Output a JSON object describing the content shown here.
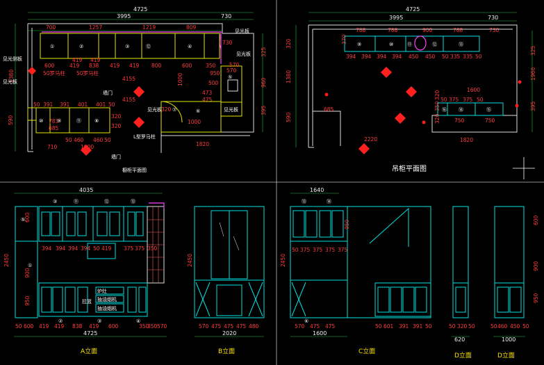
{
  "titles": {
    "plan1": "橱柜平面图",
    "plan2": "吊柜平面图",
    "elevA": "A立面",
    "elevB": "B立面",
    "elevC": "C立面",
    "elevD1": "D立面",
    "elevD2": "D立面"
  },
  "plan1": {
    "top_total": "4725",
    "top_sub1": "3995",
    "top_sub2": "730",
    "upper_row": [
      "700",
      "1257",
      "1219",
      "809"
    ],
    "mid_row": [
      "600",
      "419",
      "838",
      "419",
      "419",
      "800",
      "600",
      "350"
    ],
    "mid_row2": [
      "419",
      "419"
    ],
    "column_labels": [
      "50罗马柱",
      "50罗马柱"
    ],
    "dim_4155a": "4155",
    "dim_4155b": "4155",
    "lower_row": [
      "50",
      "391",
      "391",
      "401",
      "401",
      "50",
      "320"
    ],
    "left_dims": [
      "1380",
      "590"
    ],
    "right_dims": [
      "325",
      "960",
      "395"
    ],
    "dims_misc": [
      "730",
      "570",
      "950",
      "500",
      "473",
      "475",
      "1000",
      "783",
      "685",
      "710",
      "50",
      "460",
      "460",
      "50",
      "1000",
      "1820",
      "320",
      "320",
      "570",
      "1000"
    ],
    "labels": [
      "见光板",
      "见光侧板",
      "见光板",
      "见光板",
      "墙门",
      "墙门",
      "L型罗马柱",
      "见光板"
    ],
    "circle_nums": [
      "①",
      "②",
      "③",
      "④",
      "⑤",
      "⑥",
      "⑦",
      "⑧",
      "⑨",
      "⑩",
      "⑪",
      "⑫"
    ]
  },
  "plan2": {
    "top_total": "4725",
    "top_sub1": "3995",
    "top_sub2": "730",
    "upper_row": [
      "788",
      "788",
      "900",
      "788",
      "730"
    ],
    "row2": [
      "394",
      "394",
      "394",
      "394",
      "450",
      "450",
      "50",
      "335",
      "335",
      "50"
    ],
    "left_dims": [
      "320",
      "1380",
      "590"
    ],
    "right_dims": [
      "325",
      "1960",
      "395"
    ],
    "dims_misc": [
      "685",
      "1600",
      "50",
      "375",
      "375",
      "50",
      "750",
      "750",
      "2220",
      "1820",
      "320",
      "350",
      "320",
      "370"
    ],
    "circle_nums": [
      "⑨",
      "⑩",
      "⑪",
      "⑫",
      "⑬",
      "⑭",
      "⑮",
      "⑯"
    ]
  },
  "elevA": {
    "top_total": "4035",
    "circle_nums": [
      "③",
      "⑪",
      "⑫",
      "⑬",
      "①",
      "②",
      "③",
      "④",
      "⑤"
    ],
    "mid_row": [
      "394",
      "394",
      "394",
      "394",
      "50",
      "419",
      "375",
      "375",
      "350"
    ],
    "bottom_row": [
      "50",
      "600",
      "419",
      "419",
      "838",
      "419",
      "600",
      "350",
      "350",
      "570"
    ],
    "total_width": "4725",
    "left_dims": [
      "2450",
      "600",
      "900",
      "950"
    ],
    "labels": [
      "拉篮",
      "炉灶",
      "抽油烟机",
      "抽油烟机"
    ]
  },
  "elevB": {
    "dims": [
      "570",
      "475",
      "475",
      "475",
      "480"
    ],
    "total_width": "2020",
    "height": "2450"
  },
  "elevC": {
    "top_width": "1640",
    "circle_nums": [
      "⑬",
      "⑭",
      "⑥"
    ],
    "mid_row": [
      "50",
      "375",
      "375",
      "375",
      "375"
    ],
    "bottom_row": [
      "570",
      "475",
      "475"
    ],
    "total_width": "1600",
    "height": "2450",
    "dims_right": [
      "950"
    ],
    "bottom_row2": [
      "50",
      "601",
      "391",
      "391",
      "50"
    ]
  },
  "elevD1": {
    "dims": [
      "50",
      "320",
      "50"
    ],
    "total_width": "620"
  },
  "elevD2": {
    "dims": [
      "50",
      "460",
      "450",
      "50"
    ],
    "total_width": "1000",
    "side_dims": [
      "600",
      "900",
      "950"
    ]
  },
  "colors": {
    "background": "#000000",
    "walls": "#e0e0e0",
    "cabinet_plan": "#e6e600",
    "cabinet_elev": "#00e0e0",
    "dimension_text": "#ff3b3b",
    "dimension_line": "#20c040",
    "highlight": "#ff44ff"
  }
}
